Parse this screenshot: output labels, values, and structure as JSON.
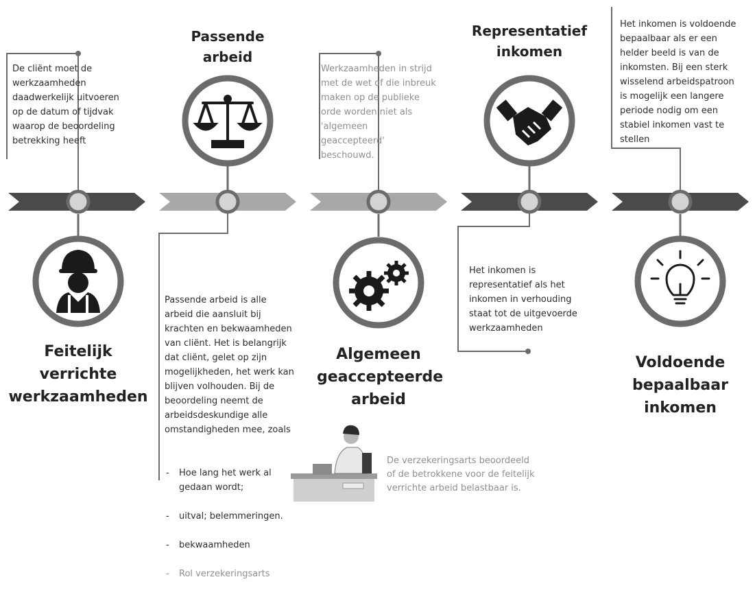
{
  "steps": [
    {
      "title": "Feitelijk\nverrichte\nwerkzaamheden",
      "text": "De cliënt moet de\nwerkzaamheden\ndaadwerkelijk uitvoeren\nop de datum of tijdvak\nwaarop de beoordeling\nbetrekking heeft",
      "icon": "worker-icon"
    },
    {
      "title": "Passende\narbeid",
      "text": "Passende arbeid is alle\narbeid die aansluit bij\nkrachten en bekwaamheden\nvan cliënt. Het is belangrijk\ndat cliënt, gelet op zijn\nmogelijkheden, het werk kan\nblijven volhouden. Bij de\nbeoordeling neemt de\narbeidsdeskundige alle\nomstandigheden mee, zoals",
      "bullets": [
        "Hoe lang het werk al\ngedaan wordt;",
        "uitval; belemmeringen.",
        "bekwaamheden",
        "Rol verzekeringsarts"
      ],
      "icon": "scales-icon"
    },
    {
      "title": "Algemeen\ngeaccepteerde\narbeid",
      "text": "Werkzaamheden in strijd\nmet de wet of die inbreuk\nmaken op de publieke\norde worden niet als\n'algemeen\ngeaccepteerd'\nbeschouwd.",
      "icon": "gears-icon"
    },
    {
      "title": "Representatief\ninkomen",
      "text": "Het inkomen is\nrepresentatief als het\ninkomen in verhouding\nstaat tot de uitgevoerde\nwerkzaamheden",
      "icon": "handshake-icon"
    },
    {
      "title": "Voldoende\nbepaalbaar\ninkomen",
      "text": "Het inkomen is voldoende\nbepaalbaar als er een\nhelder beeld is van de\ninkomsten. Bij een sterk\nwisselend arbeidspatroon\nis mogelijk een langere\nperiode nodig om een\nstabiel inkomen vast te\nstellen",
      "icon": "lightbulb-icon"
    }
  ],
  "note": {
    "text": "De verzekeringsarts beoordeeld\nof de betrokkene voor de feitelijk\nverrichte arbeid belastbaar is.",
    "icon": "doctor-at-desk-icon"
  },
  "colors": {
    "arrow_dark": "#4a4a4a",
    "arrow_mid": "#7a7a7a",
    "arrow_light": "#a8a8a8",
    "ring": "#6b6b6b",
    "node_fill": "#d4d4d4"
  }
}
